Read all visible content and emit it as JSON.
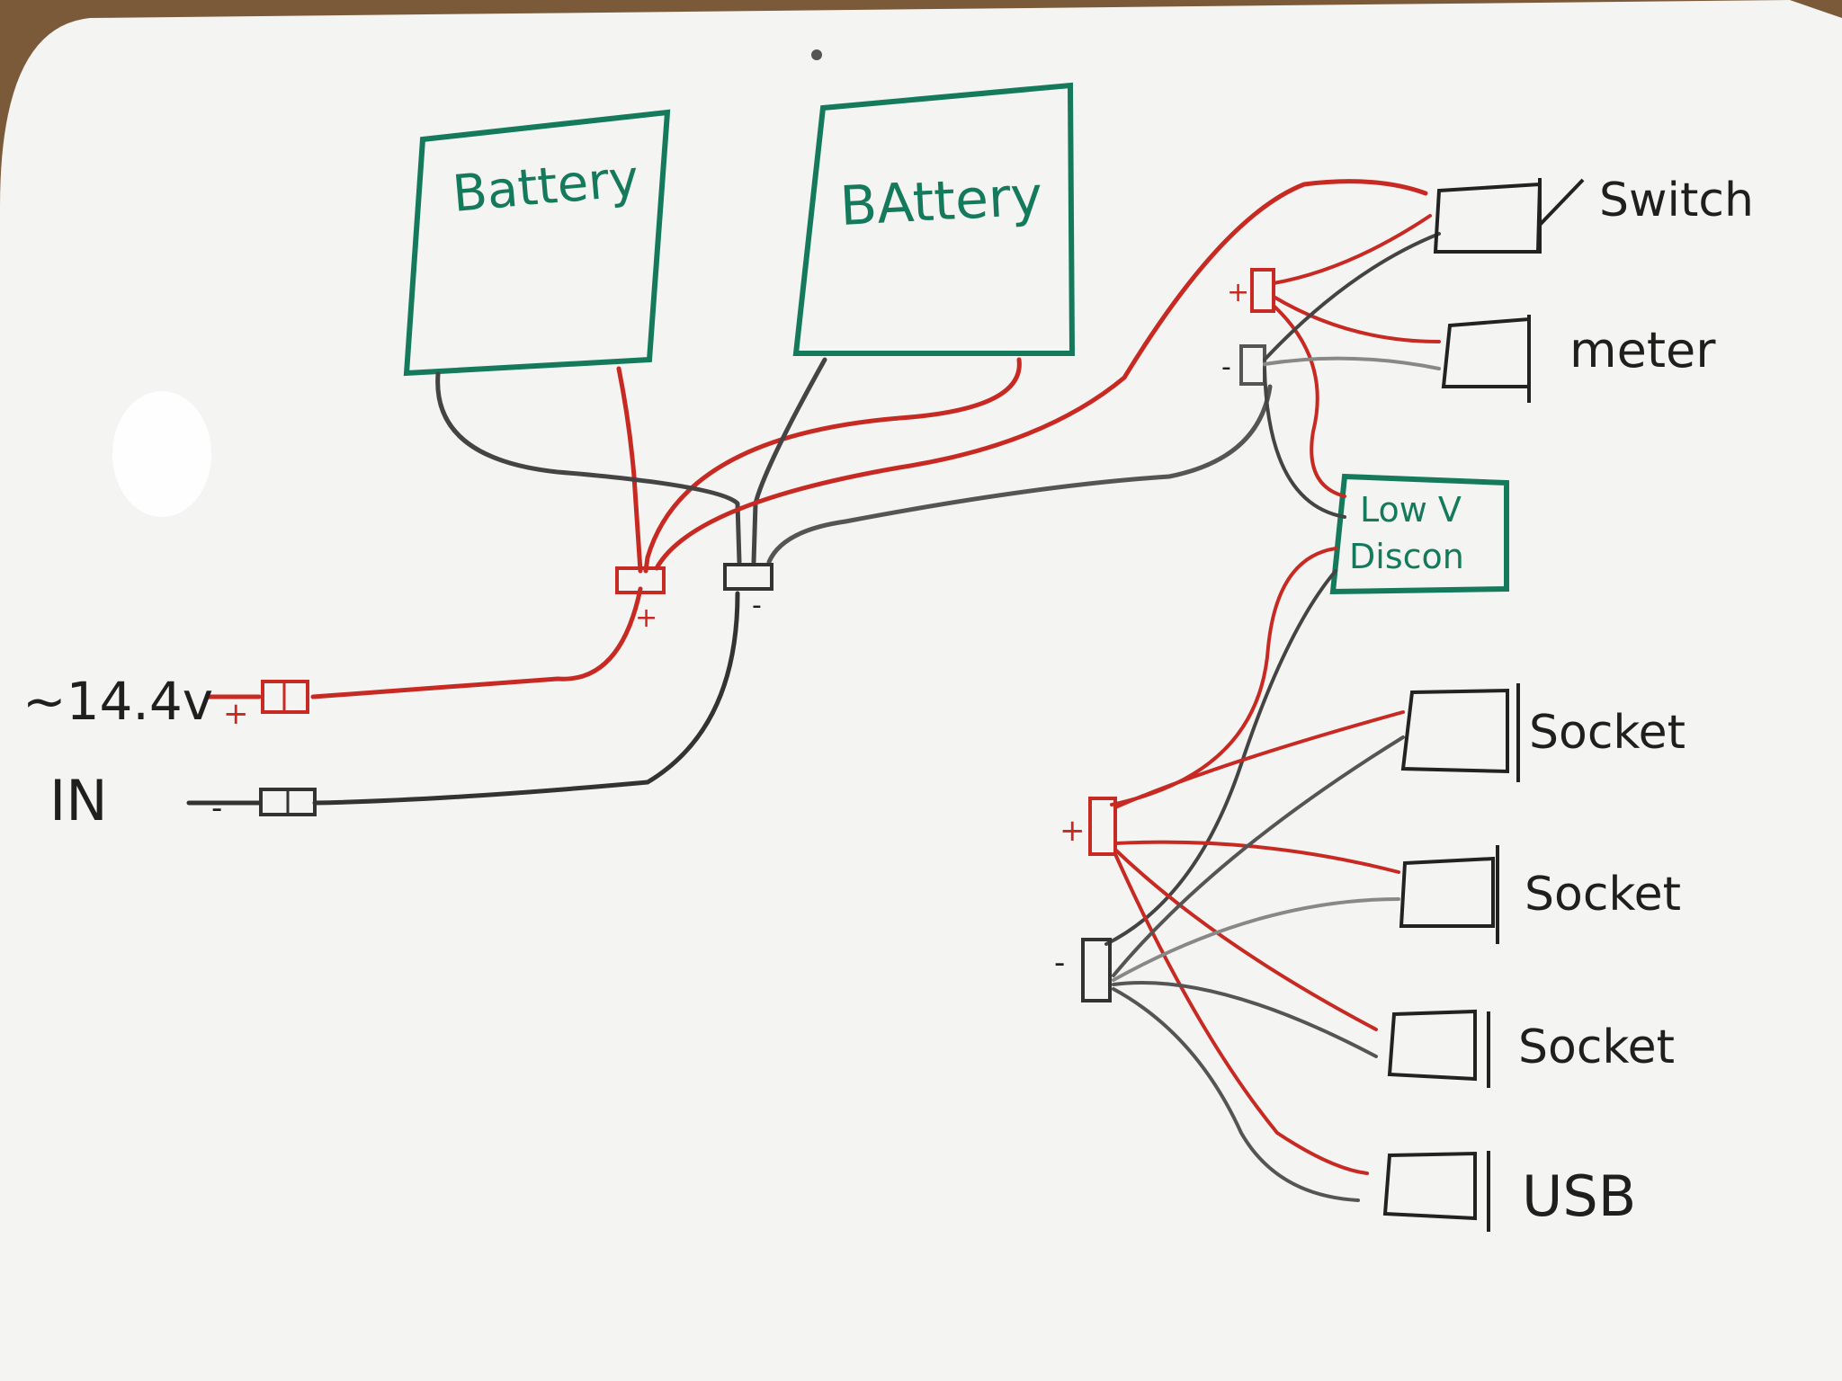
{
  "colors": {
    "board": "#f4f4f2",
    "frame": "#7a5a38",
    "green_marker": "#157a5c",
    "red_wire": "#c62a22",
    "black_wire": "#333333",
    "gray_wire": "#8a8a8a",
    "ink": "#1f1f1f"
  },
  "diagram": {
    "batteries": [
      "Battery",
      "BAttery"
    ],
    "input": {
      "voltage": "~14.4v",
      "in": "IN",
      "plus": "+",
      "minus": "-"
    },
    "bus": {
      "plus": "+",
      "minus": "-"
    },
    "lvd": {
      "line1": "Low V",
      "line2": "Discon"
    },
    "devices": {
      "switch": "Switch",
      "meter": "meter",
      "socket1": "Socket",
      "socket2": "Socket",
      "socket3": "Socket",
      "usb": "USB"
    },
    "top_bus": {
      "plus": "+",
      "minus": "-"
    },
    "lower_bus": {
      "plus": "+",
      "minus": "-"
    }
  }
}
